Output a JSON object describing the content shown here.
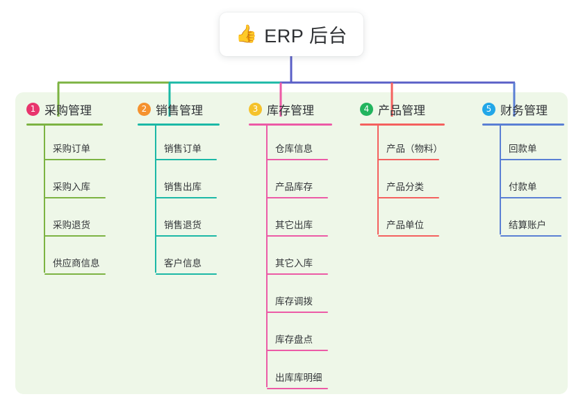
{
  "root": {
    "icon": "thumbs-up-icon",
    "icon_glyph": "👍",
    "title": "ERP 后台"
  },
  "palette": {
    "panel_bg": "#eef7e8",
    "page_bg": "#ffffff",
    "trunk": "#5a5fc7",
    "bus_left_green": "#7cb342",
    "bus_mid_teal": "#1bb8a6",
    "bus_right_indigo": "#5a5fc7",
    "text": "#2f3236"
  },
  "columns": [
    {
      "number": "1",
      "title": "采购管理",
      "badge_color": "#e8356d",
      "line_color": "#7cb342",
      "items": [
        "采购订单",
        "采购入库",
        "采购退货",
        "供应商信息"
      ]
    },
    {
      "number": "2",
      "title": "销售管理",
      "badge_color": "#f5922f",
      "line_color": "#1bb8a6",
      "items": [
        "销售订单",
        "销售出库",
        "销售退货",
        "客户信息"
      ]
    },
    {
      "number": "3",
      "title": "库存管理",
      "badge_color": "#f5c22b",
      "line_color": "#ec5aa6",
      "items": [
        "仓库信息",
        "产品库存",
        "其它出库",
        "其它入库",
        "库存调拨",
        "库存盘点",
        "出库库明细"
      ]
    },
    {
      "number": "4",
      "title": "产品管理",
      "badge_color": "#22b45e",
      "line_color": "#f4605e",
      "items": [
        "产品（物料）",
        "产品分类",
        "产品单位"
      ]
    },
    {
      "number": "5",
      "title": "财务管理",
      "badge_color": "#22a7e8",
      "line_color": "#5a7fd4",
      "items": [
        "回款单",
        "付款单",
        "结算账户"
      ]
    }
  ]
}
